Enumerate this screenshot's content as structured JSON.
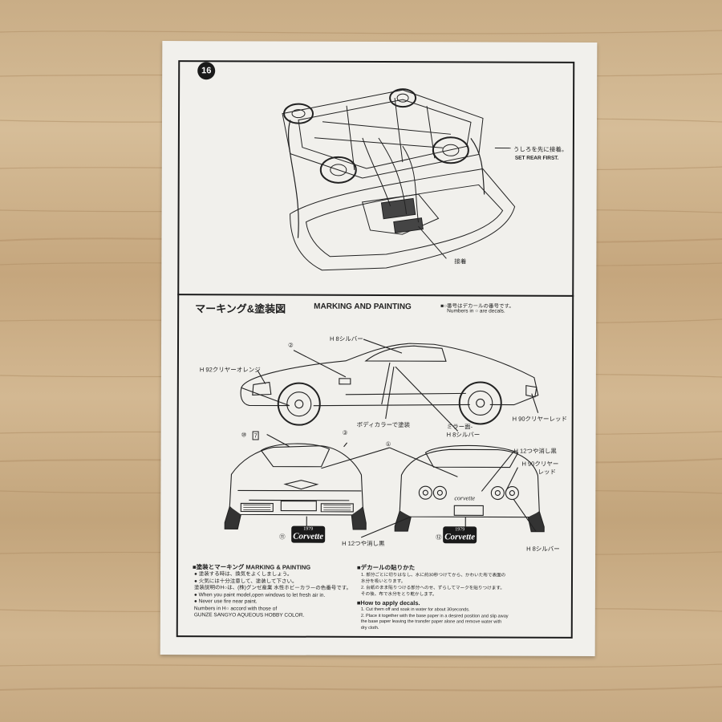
{
  "step_number": "16",
  "top_section": {
    "note_jp": "うしろを先に接着。",
    "note_en": "SET REAR FIRST.",
    "glue_label": "接着"
  },
  "marking": {
    "title_jp": "マーキング&塗装図",
    "title_en": "MARKING AND PAINTING",
    "decal_note_jp": "■○番号はデカールの番号です。",
    "decal_note_en": "Numbers in ○ are decals."
  },
  "callouts": {
    "silver_top": "H 8シルバー",
    "clear_orange": "H 92クリヤーオレンジ",
    "body_color": "ボディカラーで塗装",
    "mirror": "ミラー面-",
    "mirror_silver": "H 8シルバー",
    "clear_red_side": "H 90クリヤーレッド",
    "decal_2": "②",
    "decal_1": "①",
    "decal_3": "③",
    "flat_black_right": "H 12つや消し黒",
    "clear_red_rear_1": "H 90クリヤー",
    "clear_red_rear_2": "レッド",
    "flat_black_bottom": "H 12つや消し黒",
    "silver_bottom": "H 8シルバー",
    "decal_10": "⑩",
    "decal_7": "7",
    "decal_11": "⑪",
    "decal_12": "⑫"
  },
  "badges": [
    {
      "year": "1979",
      "name": "Corvette"
    },
    {
      "year": "1979",
      "name": "Corvette"
    }
  ],
  "rear_script": "corvette",
  "instructions": {
    "left_title": "■塗装とマーキング MARKING & PAINTING",
    "left_lines": [
      "● 塗装する時は、換気をよくしましょう。",
      "● 火気には十分注意して、塗装して下さい。",
      "  塗装説明のH○は、(株)グンゼ産業 水性ホビーカラーの色番号です。",
      "● When you paint model,open windows to let fresh air in.",
      "● Never use fire near paint.",
      "  Numbers in H○ accord with those of",
      "  GUNZE SANGYO AQUEOUS HOBBY COLOR."
    ],
    "right_title": "■デカールの貼りかた",
    "right_lines": [
      "1. 部分ごとに切りはなし、水に約30秒つけてから、かわいた布で表面の",
      "   水分を吸いとります。",
      "2. 台紙のまま貼りつける部分へのせ、ずらしてマークを貼りつけます。",
      "   その後、布で水分をとり乾かします。"
    ],
    "apply_title": "■How to apply decals.",
    "apply_lines": [
      "1. Cut them off and soak in water for about 30seconds.",
      "2. Place it together with the base paper in a desired position and slip away",
      "   the base paper leaving the transfer paper alone and remove water with",
      "   dry cloth."
    ]
  }
}
